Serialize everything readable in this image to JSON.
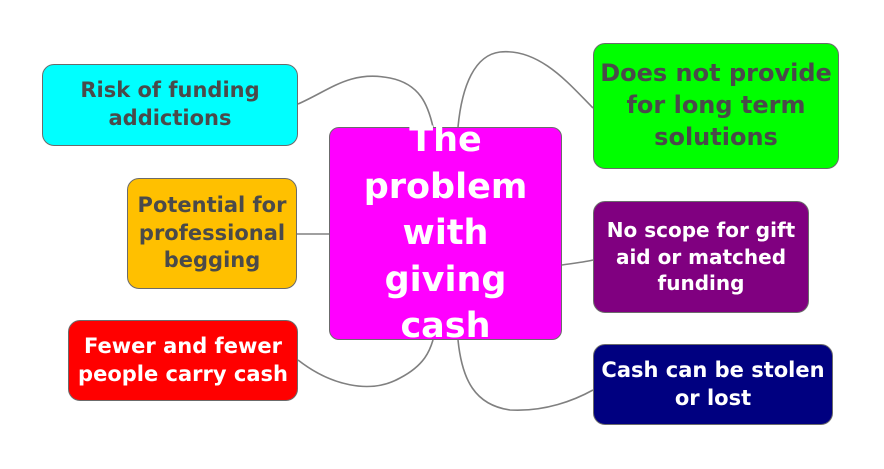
{
  "central": {
    "text": "The problem with giving cash",
    "background": "#ff00ff",
    "color": "#ffffff"
  },
  "topics": [
    {
      "id": "addictions",
      "text": "Risk of funding addictions",
      "background": "#00ffff",
      "color": "#4a4a4a"
    },
    {
      "id": "begging",
      "text": "Potential for professional begging",
      "background": "#ffc000",
      "color": "#4a4a4a"
    },
    {
      "id": "fewer",
      "text": "Fewer and fewer people carry cash",
      "background": "#ff0000",
      "color": "#ffffff"
    },
    {
      "id": "longterm",
      "text": "Does not provide for long term solutions",
      "background": "#00ff00",
      "color": "#4a4a4a"
    },
    {
      "id": "giftaid",
      "text": "No scope for gift aid or matched funding",
      "background": "#800080",
      "color": "#ffffff"
    },
    {
      "id": "stolen",
      "text": "Cash can be stolen or lost",
      "background": "#000080",
      "color": "#ffffff"
    }
  ],
  "colors": {
    "connector": "#808080",
    "border": "#6b6b6b"
  }
}
